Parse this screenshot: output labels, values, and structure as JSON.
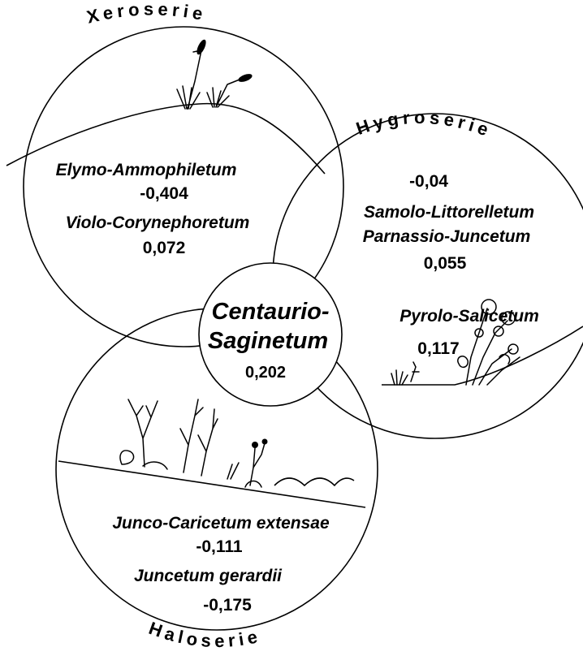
{
  "series_labels": {
    "xero": "Xeroserie",
    "hygro": "Hygroserie",
    "halo": "Haloserie"
  },
  "xero": {
    "assoc1": "Elymo-Ammophiletum",
    "value1": "-0,404",
    "assoc2": "Violo-Corynephoretum",
    "value2": "0,072"
  },
  "hygro": {
    "value0": "-0,04",
    "assoc1": "Samolo-Littorelletum",
    "assoc2": "Parnassio-Juncetum",
    "value2": "0,055",
    "assoc3": "Pyrolo-Salicetum",
    "value3": "0,117"
  },
  "halo": {
    "assoc1": "Junco-Caricetum extensae",
    "value1": "-0,111",
    "assoc2": "Juncetum gerardii",
    "value2": "-0,175"
  },
  "center": {
    "line1": "Centaurio-",
    "line2": "Saginetum",
    "value": "0,202"
  }
}
